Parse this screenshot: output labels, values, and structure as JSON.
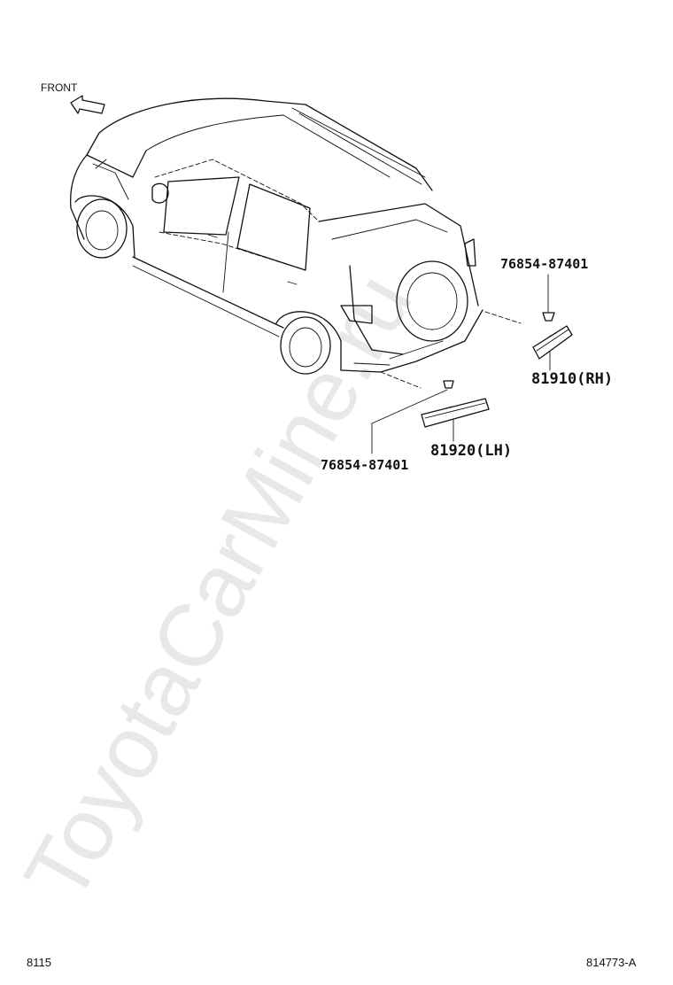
{
  "diagram": {
    "front_label": "FRONT",
    "watermark": "ToyotaCarMine.ru",
    "parts": {
      "clip_rh": "76854-87401",
      "reflector_rh": "81910(RH)",
      "reflector_lh": "81920(LH)",
      "clip_lh": "76854-87401"
    },
    "footer": {
      "page_code": "8115",
      "figure_code": "814773-A"
    }
  },
  "colors": {
    "ink": "#111111",
    "watermark": "#e8e8e8",
    "background": "#ffffff"
  }
}
